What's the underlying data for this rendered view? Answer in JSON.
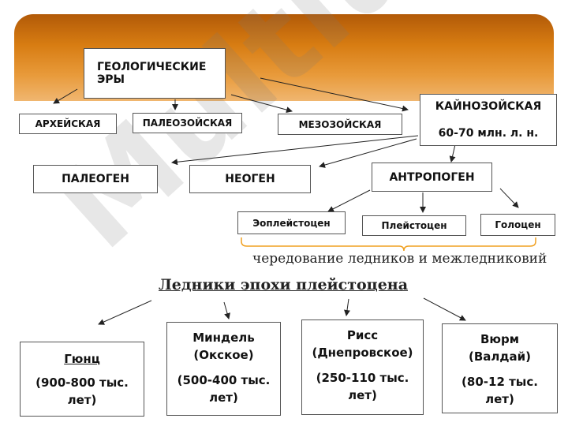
{
  "watermark": "Multiurok",
  "tree": {
    "root": "ГЕОЛОГИЧЕСКИЕ ЭРЫ",
    "eras": [
      "АРХЕЙСКАЯ",
      "ПАЛЕОЗОЙСКАЯ",
      "МЕЗОЗОЙСКАЯ"
    ],
    "cenozoic": {
      "name": "КАЙНОЗОЙСКАЯ",
      "age": "60-70 млн. л. н."
    },
    "periods": [
      "ПАЛЕОГЕН",
      "НЕОГЕН",
      "АНТРОПОГЕН"
    ],
    "epochs": [
      "Эоплейстоцен",
      "Плейстоцен",
      "Голоцен"
    ]
  },
  "note": "чередование ледников и межледниковий",
  "glaciers_title": "Ледники эпохи плейстоцена",
  "glaciers": [
    {
      "name": "Гюнц",
      "alt": "",
      "age": "(900-800 тыс. лет)"
    },
    {
      "name": "Миндель",
      "alt": "(Окское)",
      "age": "(500-400 тыс. лет)"
    },
    {
      "name": "Рисс",
      "alt": "(Днепровское)",
      "age": "(250-110 тыс. лет)"
    },
    {
      "name": "Вюрм",
      "alt": "(Валдай)",
      "age": "(80-12 тыс. лет)"
    }
  ]
}
